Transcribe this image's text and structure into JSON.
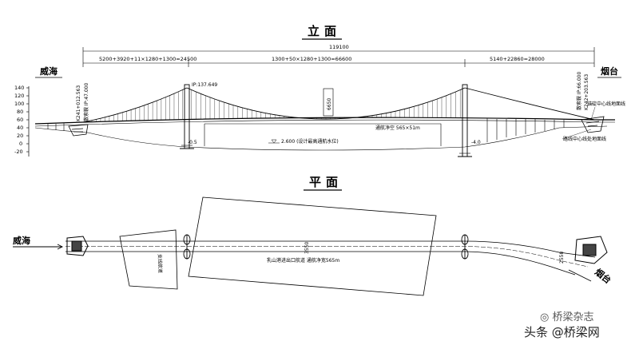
{
  "elevation": {
    "title": "立面",
    "total_length": "119100",
    "span_left": "5200+3920+11×1280+1300=24500",
    "span_main": "1300+50×1280+1300=66600",
    "span_right": "5140+22860=28000",
    "city_left": "威海",
    "city_right": "烟台",
    "ip_tower": "IP:137.649",
    "sag": "6650",
    "nav_clearance": "通航净空  565×51m",
    "water_level": "2.600 (设计最高通航水位)",
    "elev_left": "-0.5",
    "elev_right": "-4.0",
    "anchor_left_a": "K241+012.563",
    "anchor_left_b": "散索鞍 IP:47.000",
    "anchor_right_a": "散索鞍 IP:66.000",
    "anchor_right_b": "K242+203.563",
    "ground_line_1": "锚碇中心线地面线",
    "ground_line_2": "路线中心线处地面线",
    "y_axis": [
      "140",
      "120",
      "100",
      "80",
      "60",
      "40",
      "20",
      "0",
      "-20"
    ]
  },
  "plan": {
    "title": "平面",
    "city_left": "威海",
    "city_right": "烟台",
    "width_mark": "3550",
    "channel": "乳山港进出口航道   通航净宽565m",
    "side_channel": "支线航道",
    "right_mark": "2550"
  },
  "watermark": {
    "text": "头条 @桥梁网",
    "logo_text": "桥梁杂志"
  }
}
